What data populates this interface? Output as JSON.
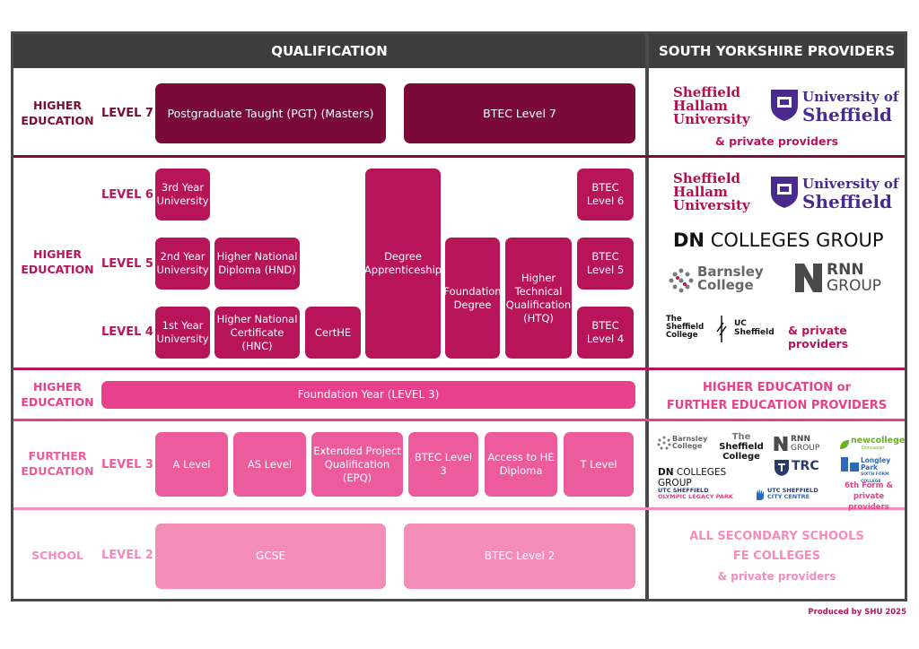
{
  "header": {
    "qualification": "QUALIFICATION",
    "providers": "SOUTH YORKSHIRE PROVIDERS"
  },
  "rows": {
    "he7": {
      "label": "HIGHER EDUCATION",
      "level": "LEVEL 7"
    },
    "he456": {
      "label": "HIGHER EDUCATION",
      "level6": "LEVEL 6",
      "level5": "LEVEL 5",
      "level4": "LEVEL 4"
    },
    "he3": {
      "label": "HIGHER EDUCATION"
    },
    "fe": {
      "label": "FURTHER EDUCATION",
      "level": "LEVEL 3"
    },
    "school": {
      "label": "SCHOOL",
      "level": "LEVEL 2"
    }
  },
  "quals": {
    "pgt": "Postgraduate Taught (PGT) (Masters)",
    "btec7": "BTEC Level 7",
    "yr3": "3rd Year University",
    "btec6": "BTEC Level 6",
    "degree_app": "Degree Apprenticeship",
    "yr2": "2nd Year University",
    "hnd": "Higher National Diploma (HND)",
    "foundation_degree": "Foundation Degree",
    "htq": "Higher Technical Qualification (HTQ)",
    "btec5": "BTEC Level 5",
    "yr1": "1st Year University",
    "hnc": "Higher National Certificate (HNC)",
    "certhe": "CertHE",
    "btec4": "BTEC Level 4",
    "foundation_year": "Foundation Year (LEVEL 3)",
    "a_level": "A Level",
    "as_level": "AS Level",
    "epq": "Extended Project Qualification (EPQ)",
    "btec3": "BTEC Level 3",
    "access_he": "Access to HE Diploma",
    "t_level": "T Level",
    "gcse": "GCSE",
    "btec2": "BTEC Level 2"
  },
  "providers": {
    "shu": [
      "Sheffield",
      "Hallam",
      "University"
    ],
    "uos": [
      "University of",
      "Sheffield"
    ],
    "private": "& private providers",
    "dn": "DN",
    "dn_rest": "COLLEGES GROUP",
    "barnsley": [
      "Barnsley",
      "College"
    ],
    "rnn": [
      "RNN",
      "GROUP"
    ],
    "tsc": [
      "The",
      "Sheffield",
      "College"
    ],
    "uc": [
      "UC",
      "Sheffield"
    ],
    "he_or_fe": [
      "HIGHER EDUCATION or",
      "FURTHER EDUCATION PROVIDERS"
    ],
    "new_college": "newcollege",
    "new_college_sub": "Doncaster",
    "trc": "TRC",
    "longley": "Longley Park",
    "longley_sub": "SIXTH FORM COLLEGE",
    "utc_olp": [
      "UTC SHEFFIELD",
      "OLYMPIC LEGACY PARK"
    ],
    "utc_cc": [
      "UTC SHEFFIELD",
      "CITY CENTRE"
    ],
    "sixth_form": [
      "6th Form &",
      "private providers"
    ],
    "schools": [
      "ALL SECONDARY SCHOOLS",
      "FE COLLEGES",
      "& private providers"
    ]
  },
  "footer": "Produced by SHU 2025",
  "colors": {
    "level7": "#7a0a38",
    "he": "#b8145a",
    "foundation_year": "#e8408a",
    "fe": "#ec5c9c",
    "school": "#f48cba",
    "header": "#3d3d3d"
  }
}
